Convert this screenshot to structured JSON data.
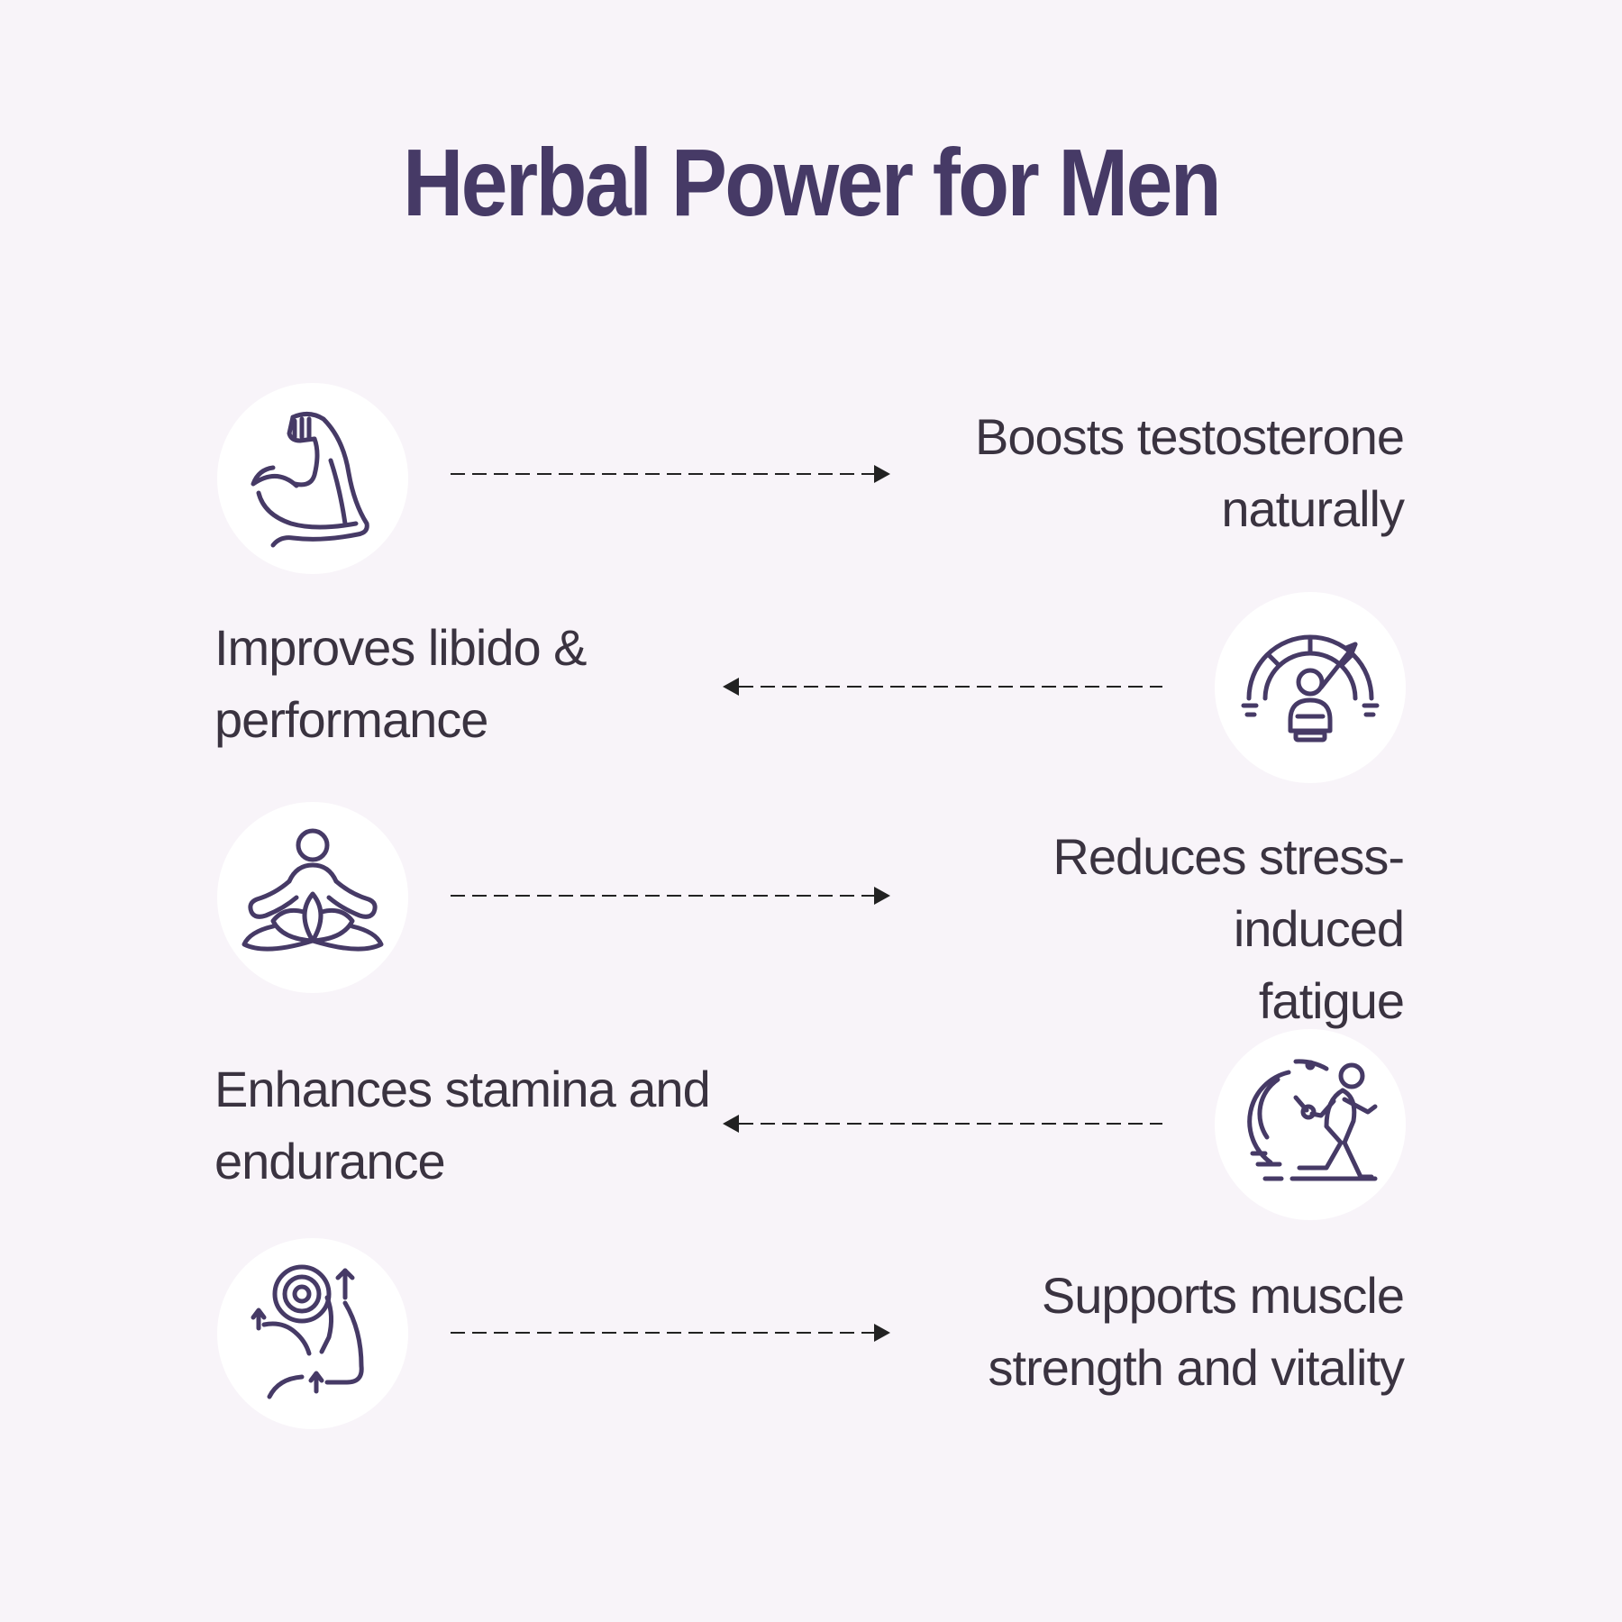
{
  "title": "Herbal Power for Men",
  "colors": {
    "background": "#f8f4f9",
    "accent": "#463a66",
    "text": "#3a3340",
    "circle": "#ffffff"
  },
  "benefits": [
    {
      "icon": "flexed-bicep-icon",
      "direction": "right",
      "lines": [
        "Boosts testosterone",
        "naturally"
      ]
    },
    {
      "icon": "performance-gauge-icon",
      "direction": "left",
      "lines": [
        "Improves libido &",
        "performance"
      ]
    },
    {
      "icon": "meditation-lotus-icon",
      "direction": "right",
      "lines": [
        "Reduces stress-induced",
        "fatigue"
      ]
    },
    {
      "icon": "running-stopwatch-icon",
      "direction": "left",
      "lines": [
        "Enhances stamina and",
        "endurance"
      ]
    },
    {
      "icon": "muscle-growth-icon",
      "direction": "right",
      "lines": [
        "Supports muscle",
        "strength and vitality"
      ]
    }
  ]
}
